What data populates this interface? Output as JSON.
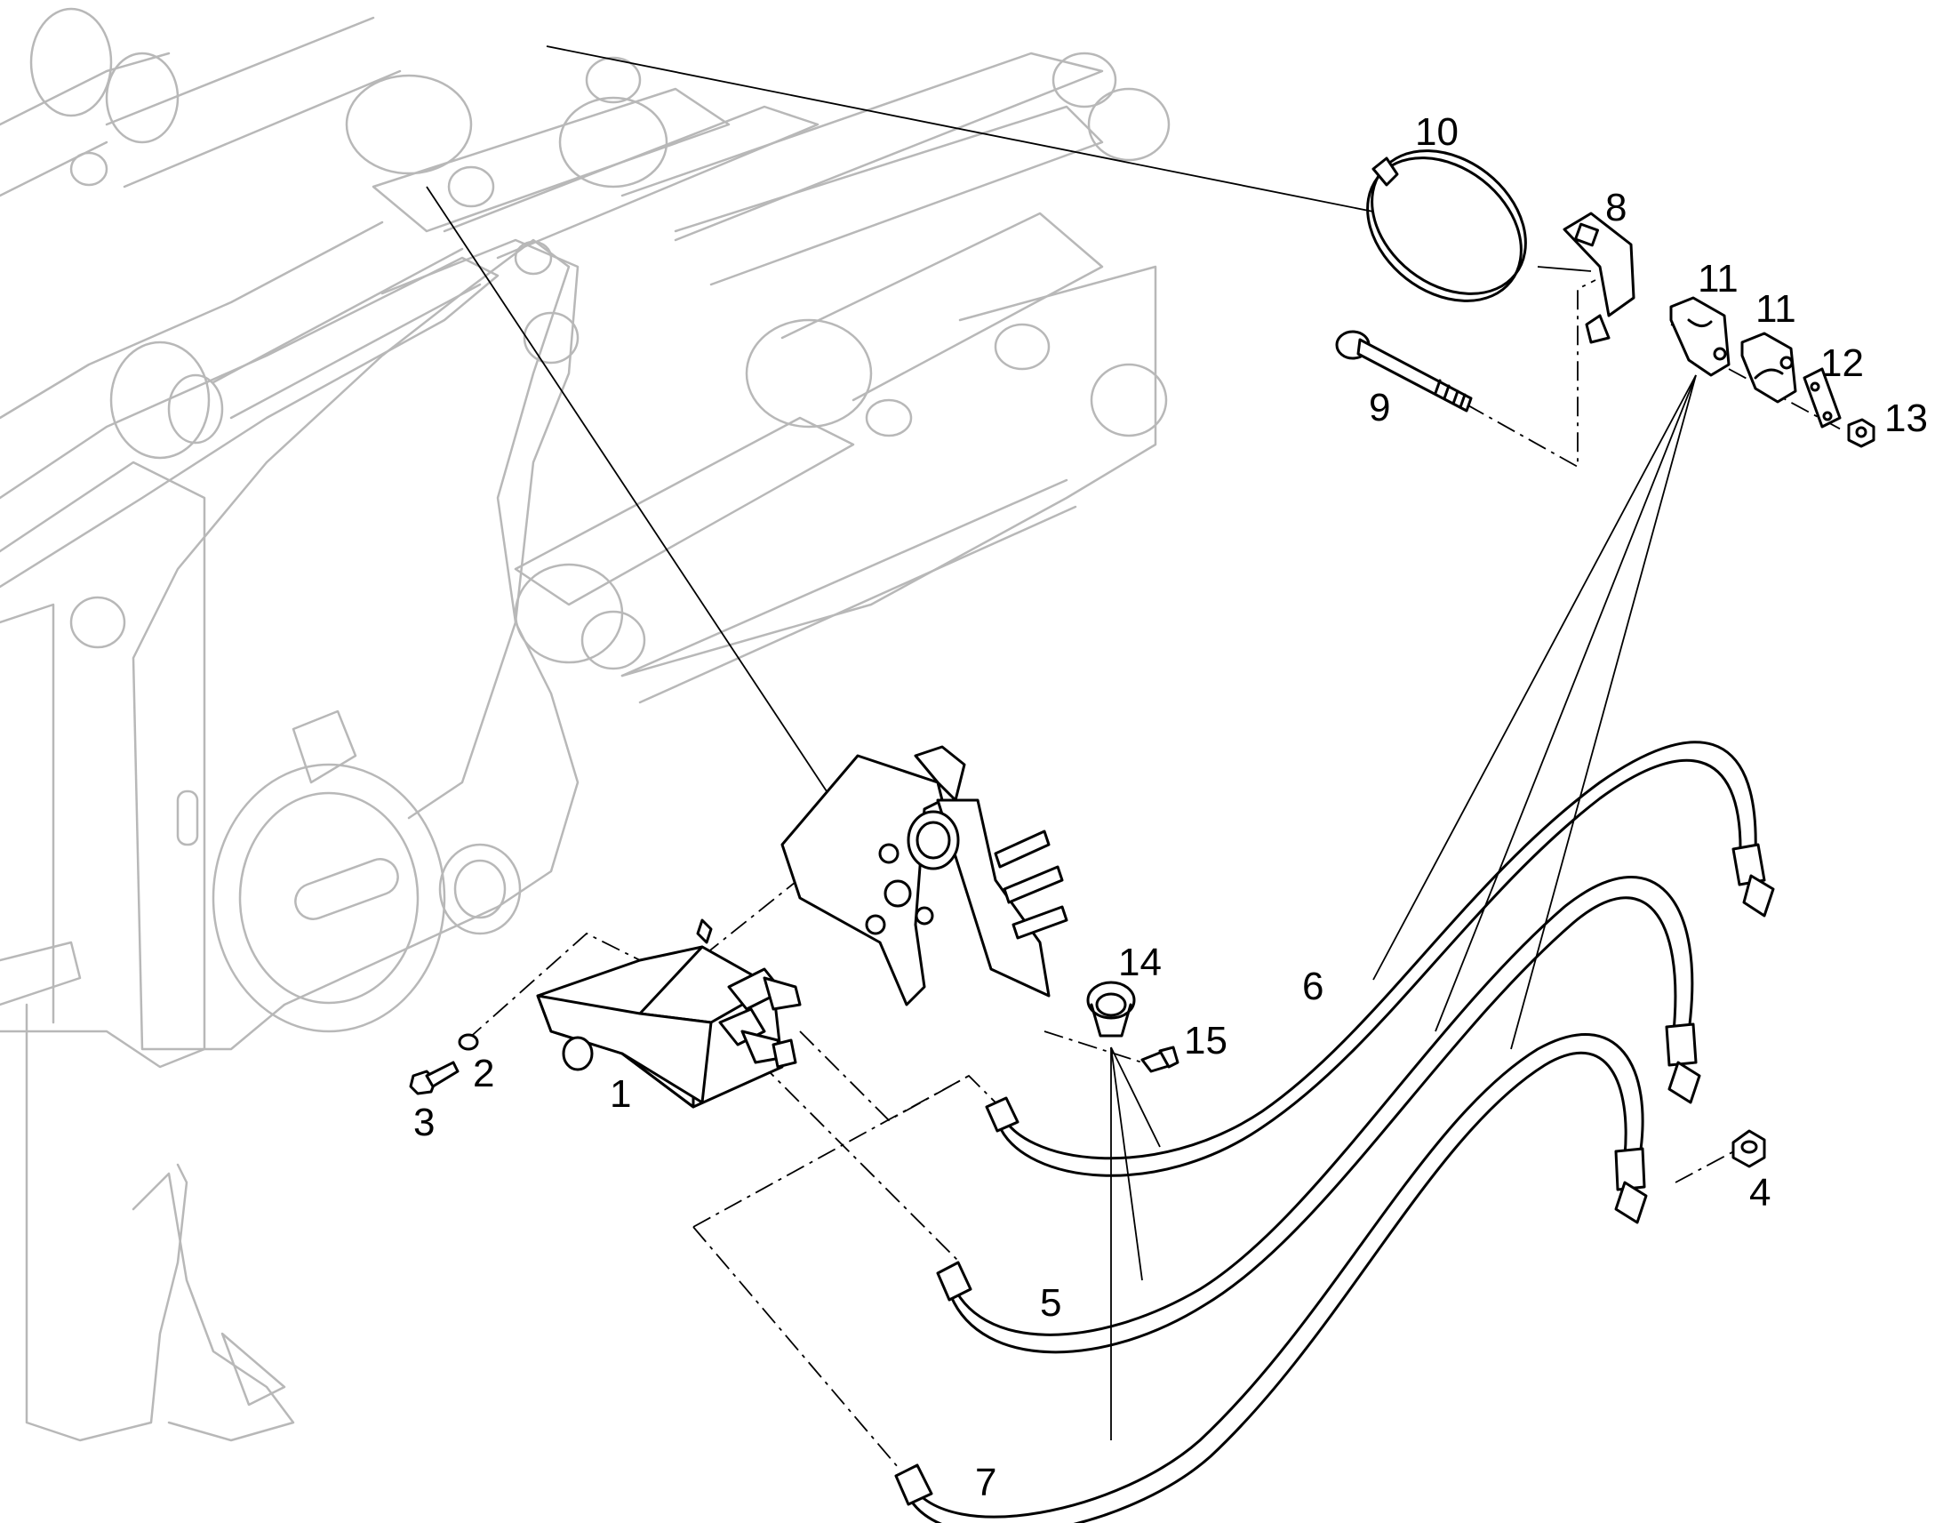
{
  "callouts": {
    "c1": "1",
    "c2": "2",
    "c3": "3",
    "c4": "4",
    "c5": "5",
    "c6": "6",
    "c7": "7",
    "c8": "8",
    "c9": "9",
    "c10": "10",
    "c11a": "11",
    "c11b": "11",
    "c12": "12",
    "c13": "13",
    "c14": "14",
    "c15": "15"
  },
  "colors": {
    "background": "#ffffff",
    "part_line": "#000000",
    "machine_ghost": "#b8b8b8"
  }
}
